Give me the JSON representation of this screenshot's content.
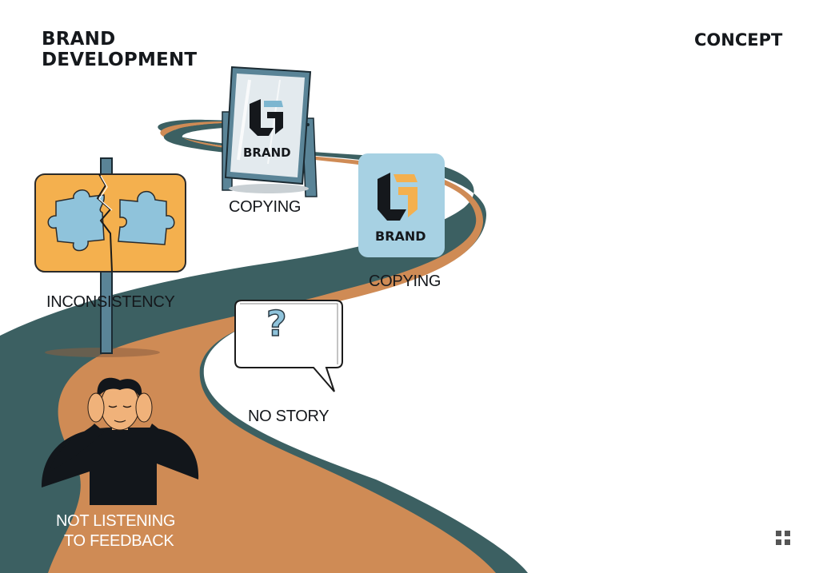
{
  "header": {
    "title_line1": "BRAND",
    "title_line2": "DEVELOPMENT",
    "concept": "CONCEPT"
  },
  "colors": {
    "road_orange": "#cf8b55",
    "road_teal": "#3c6062",
    "sign_orange": "#f4b04e",
    "puzzle_blue": "#8fc3db",
    "card_blue": "#a7d1e3",
    "mirror_frame": "#5a8497",
    "ink": "#15181c"
  },
  "pitfalls": [
    {
      "id": "copying-mirror",
      "label": "COPYING",
      "brand_text": "BRAND"
    },
    {
      "id": "copying-card",
      "label": "COPYING",
      "brand_text": "BRAND"
    },
    {
      "id": "inconsistency",
      "label": "INCONSISTENCY"
    },
    {
      "id": "no-story",
      "label": "NO STORY",
      "symbol": "?"
    },
    {
      "id": "not-listening",
      "label_line1": "NOT LISTENING",
      "label_line2": "TO FEEDBACK"
    }
  ],
  "icons": {
    "corner": "grid-icon"
  }
}
